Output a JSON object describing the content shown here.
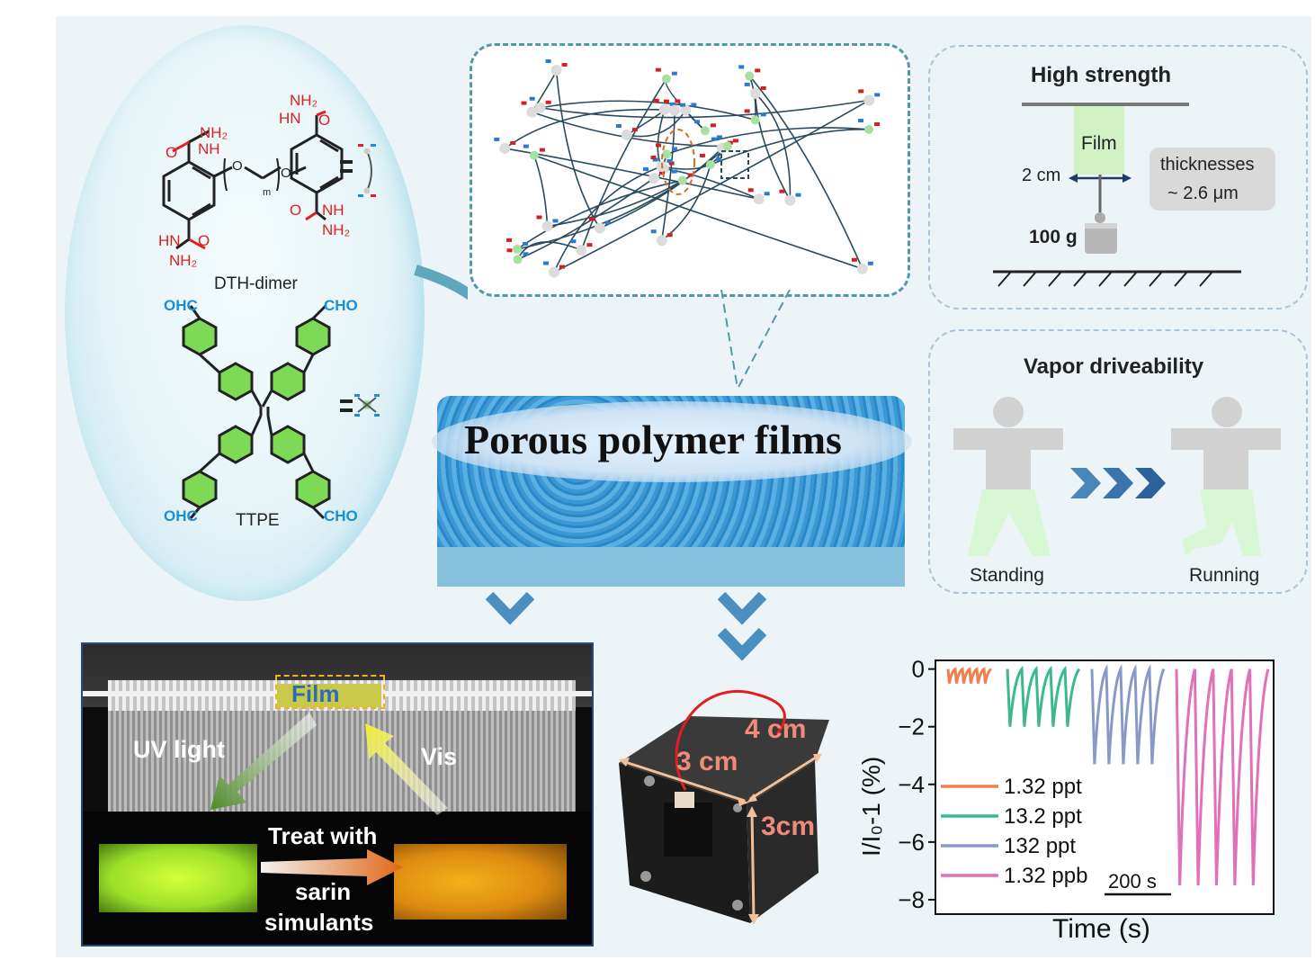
{
  "chem": {
    "nh2_a": "NH₂",
    "hn_a": "HN",
    "o_a": "O",
    "nh2_b": "NH₂",
    "nh_b": "NH",
    "o_b": "O",
    "m_sub": "m",
    "o_ether1": "O",
    "o_ether2": "O",
    "o_c": "O",
    "nh_c": "NH",
    "nh2_c": "NH₂",
    "hn_d": "HN",
    "o_d": "O",
    "nh2_d": "NH₂",
    "dimer_label": "DTH-dimer",
    "cho_tl": "OHC",
    "cho_tr": "CHO",
    "cho_bl": "OHC",
    "cho_br": "CHO",
    "ttpe_label": "TTPE",
    "equals": "="
  },
  "center": {
    "title": "Porous polymer films"
  },
  "strength": {
    "title": "High strength",
    "film": "Film",
    "width": "2 cm",
    "weight": "100 g",
    "thick_line1": "thicknesses",
    "thick_line2": "~ 2.6 μm"
  },
  "vapor": {
    "title": "Vapor driveability",
    "standing": "Standing",
    "running": "Running"
  },
  "mask": {
    "film": "Film",
    "uv": "UV light",
    "vis": "Vis",
    "treat": "Treat with",
    "sarin1": "sarin",
    "sarin2": "simulants"
  },
  "device": {
    "d1": "4 cm",
    "d2": "3 cm",
    "d3": "3cm"
  },
  "chart_data": {
    "type": "line",
    "xlabel": "Time (s)",
    "ylabel": "I/I₀-1 (%)",
    "ylim": [
      -8.5,
      0.3
    ],
    "yticks": [
      0,
      -2,
      -4,
      -6,
      -8
    ],
    "scalebar": "200 s",
    "legend_position": "bottom-left",
    "series": [
      {
        "name": "1.32 ppt",
        "color": "#f08050",
        "pulses": 6,
        "depth": -0.5
      },
      {
        "name": "13.2 ppt",
        "color": "#3cb890",
        "pulses": 5,
        "depth": -2.0
      },
      {
        "name": "132 ppt",
        "color": "#8898c8",
        "pulses": 5,
        "depth": -3.3
      },
      {
        "name": "1.32 ppb",
        "color": "#e070b8",
        "pulses": 5,
        "depth": -7.5
      }
    ]
  }
}
